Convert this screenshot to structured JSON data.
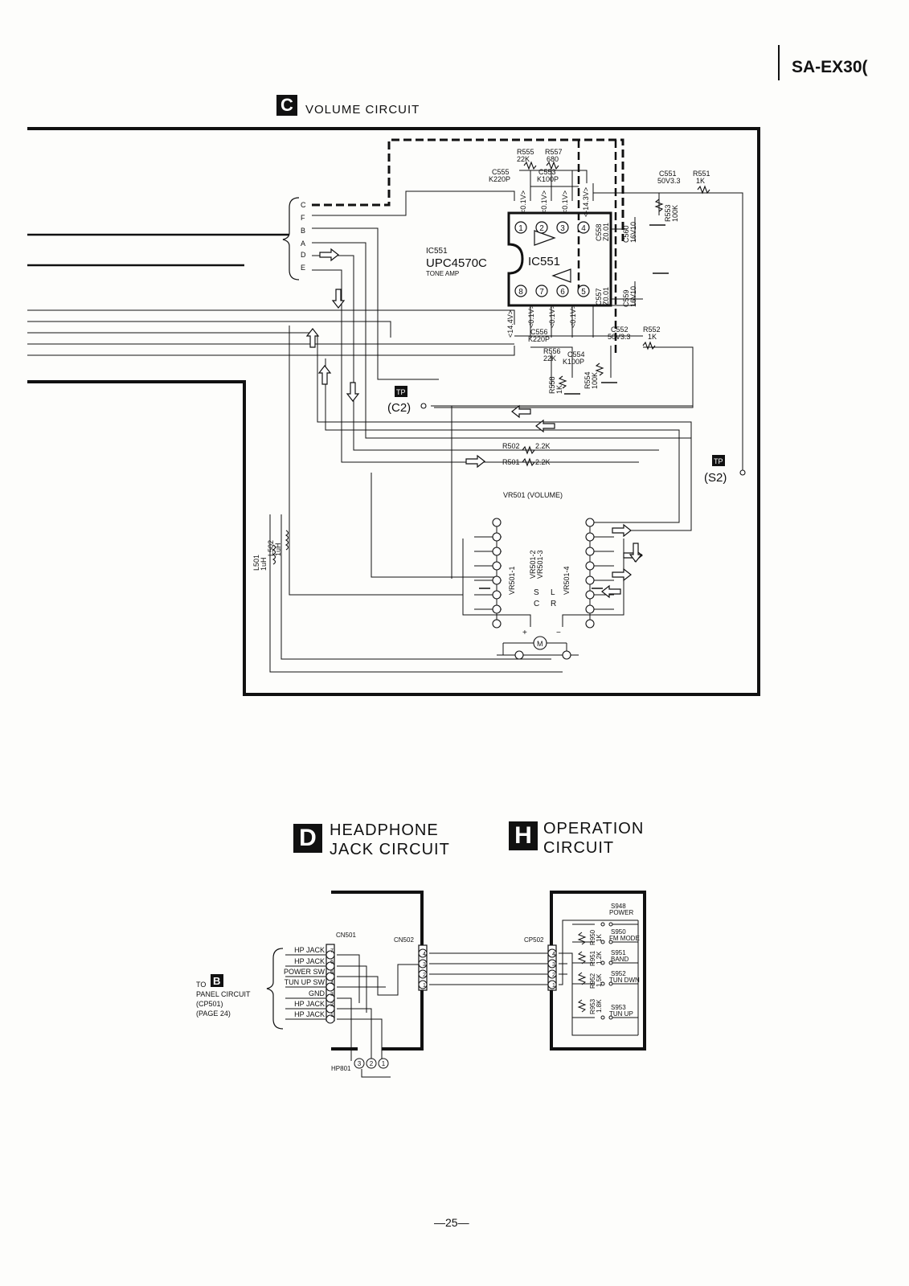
{
  "header": {
    "model": "SA-EX30("
  },
  "sections": {
    "volume": {
      "badge": "C",
      "title": "VOLUME CIRCUIT"
    },
    "headphone": {
      "badge": "D",
      "title_line1": "HEADPHONE",
      "title_line2": "JACK CIRCUIT"
    },
    "operation": {
      "badge": "H",
      "title_line1": "OPERATION",
      "title_line2": "CIRCUIT"
    }
  },
  "volume_circuit": {
    "connector_pins": [
      "C",
      "F",
      "B",
      "A",
      "D",
      "E"
    ],
    "ic": {
      "ref": "IC551",
      "part": "UPC4570C",
      "function": "TONE AMP",
      "body_label": "IC551",
      "pins_top": [
        "1",
        "2",
        "3",
        "4"
      ],
      "pins_bottom": [
        "8",
        "7",
        "6",
        "5"
      ]
    },
    "voltages_top": [
      "<0.1V>",
      "<0.1V>",
      "<0.1V>",
      "<-14.3V>"
    ],
    "voltages_bottom": [
      "<14.4V>",
      "<0.1V>",
      "<0.1V>",
      "<0.1V>"
    ],
    "components": {
      "r555": "R555",
      "r555v": "22K",
      "r557": "R557",
      "r557v": "680",
      "c555": "C555",
      "c555v": "K220P",
      "c553": "C553",
      "c553v": "K100P",
      "c551": "C551",
      "c551v": "50V3.3",
      "r551": "R551",
      "r551v": "1K",
      "r553": "R553",
      "r553v": "100K",
      "c558": "C558",
      "c558v": "Z0.01",
      "c560": "C560",
      "c560v": "16V10",
      "c557": "C557",
      "c557v": "Z0.01",
      "c559": "C559",
      "c559v": "16V10",
      "c556": "C556",
      "c556v": "K220P",
      "c552": "C552",
      "c552v": "50V3.3",
      "r552": "R552",
      "r552v": "1K",
      "r556": "R556",
      "r556v": "22K",
      "c554": "C554",
      "c554v": "K100P",
      "r558": "R558",
      "r558v": "1K",
      "r554": "R554",
      "r554v": "100K",
      "r502": "R502",
      "r502v": "2.2K",
      "r501": "R501",
      "r501v": "2.2K",
      "vr501": "VR501 (VOLUME)",
      "vr501_1": "VR501-1",
      "vr501_2": "VR501-2",
      "vr501_3": "VR501-3",
      "vr501_4": "VR501-4",
      "ch_s": "S",
      "ch_l": "L",
      "ch_c": "C",
      "ch_r": "R",
      "motor": "M",
      "plus": "+",
      "minus": "−",
      "l501": "L501",
      "l501v": "1uH",
      "l502": "L502",
      "l502v": "1uH"
    },
    "test_points": [
      {
        "badge": "TP",
        "label": "(C2)"
      },
      {
        "badge": "TP",
        "label": "(S2)"
      }
    ]
  },
  "headphone_circuit": {
    "to_label": "TO",
    "to_badge": "B",
    "to_lines": [
      "PANEL CIRCUIT",
      "(CP501)",
      "(PAGE 24)"
    ],
    "cn501": "CN501",
    "cn502": "CN502",
    "hp801": "HP801",
    "pins": [
      {
        "label": "HP JACK",
        "num": "7"
      },
      {
        "label": "HP JACK",
        "num": "6"
      },
      {
        "label": "POWER SW",
        "num": "5"
      },
      {
        "label": "TUN UP SW",
        "num": "4"
      },
      {
        "label": "GND",
        "num": "3"
      },
      {
        "label": "HP JACK",
        "num": "2"
      },
      {
        "label": "HP JACK",
        "num": "1"
      }
    ],
    "cn502_pins": [
      "4",
      "3",
      "2",
      "1"
    ],
    "jack_pins": [
      "3",
      "2",
      "1"
    ]
  },
  "operation_circuit": {
    "cp502": "CP502",
    "cp502_pins": [
      "4",
      "3",
      "2",
      "1"
    ],
    "switches": [
      {
        "ref": "S948",
        "name": "POWER"
      },
      {
        "ref": "S950",
        "name": "FM MODE"
      },
      {
        "ref": "S951",
        "name": "BAND"
      },
      {
        "ref": "S952",
        "name": "TUN DWN"
      },
      {
        "ref": "S953",
        "name": "TUN UP"
      }
    ],
    "resistors": [
      {
        "ref": "R950",
        "value": "1K"
      },
      {
        "ref": "R951",
        "value": "1.2K"
      },
      {
        "ref": "R952",
        "value": "1.5K"
      },
      {
        "ref": "R953",
        "value": "1.8K"
      }
    ]
  },
  "footer": {
    "page": "—25—"
  }
}
